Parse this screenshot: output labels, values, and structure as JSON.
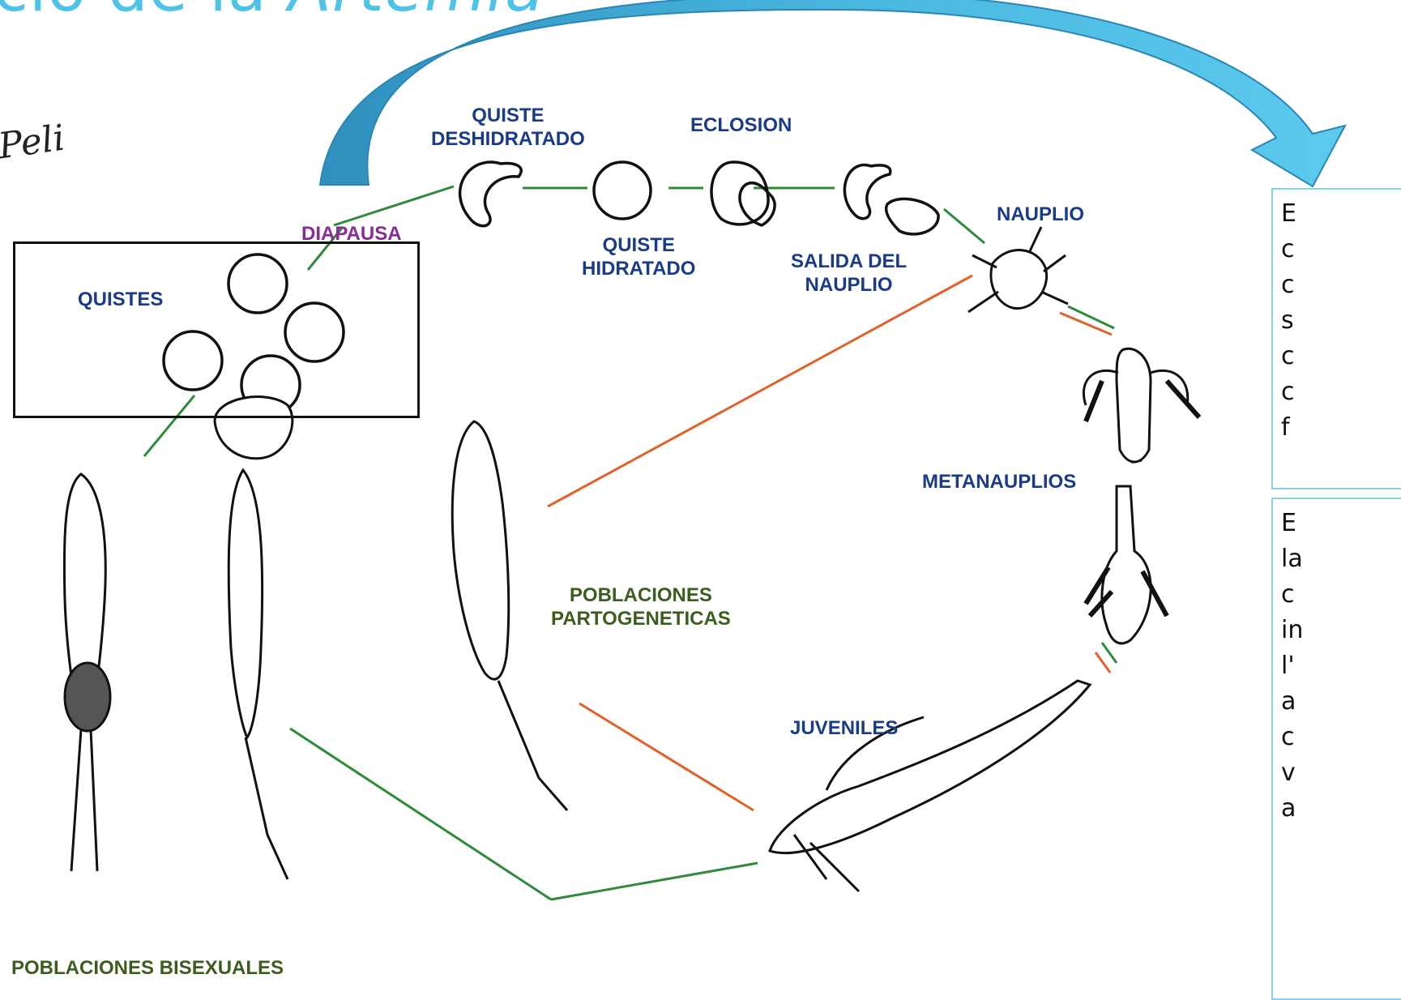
{
  "title": {
    "part1": "clo de la ",
    "part2": "Artemia"
  },
  "signature": "Peli",
  "stages": {
    "quiste_deshidratado": [
      "QUISTE",
      "DESHIDRATADO"
    ],
    "eclosion": "ECLOSION",
    "quiste_hidratado": [
      "QUISTE",
      "HIDRATADO"
    ],
    "salida_del_nauplio": [
      "SALIDA DEL",
      "NAUPLIO"
    ],
    "nauplio": "NAUPLIO",
    "diapausa": "DIAPAUSA",
    "quistes": "QUISTES",
    "metanauplios": "METANAUPLIOS",
    "poblaciones_partogeneticas": [
      "POBLACIONES",
      "PARTOGENETICAS"
    ],
    "juveniles": "JUVENILES",
    "poblaciones_bisexuales": "POBLACIONES BISEXUALES"
  },
  "side_text": {
    "box1": [
      "E",
      "c",
      "c",
      "s",
      "c",
      "c",
      "f"
    ],
    "box2": [
      "E",
      "la",
      "c",
      "in",
      "l'",
      "a",
      "c",
      "v",
      "a"
    ]
  },
  "colors": {
    "title": "#4fc3e6",
    "arrow": "#3aa7d0",
    "green_link": "#2e8b3a",
    "orange_link": "#e0622a",
    "stage_label": "#1a3a8a"
  }
}
